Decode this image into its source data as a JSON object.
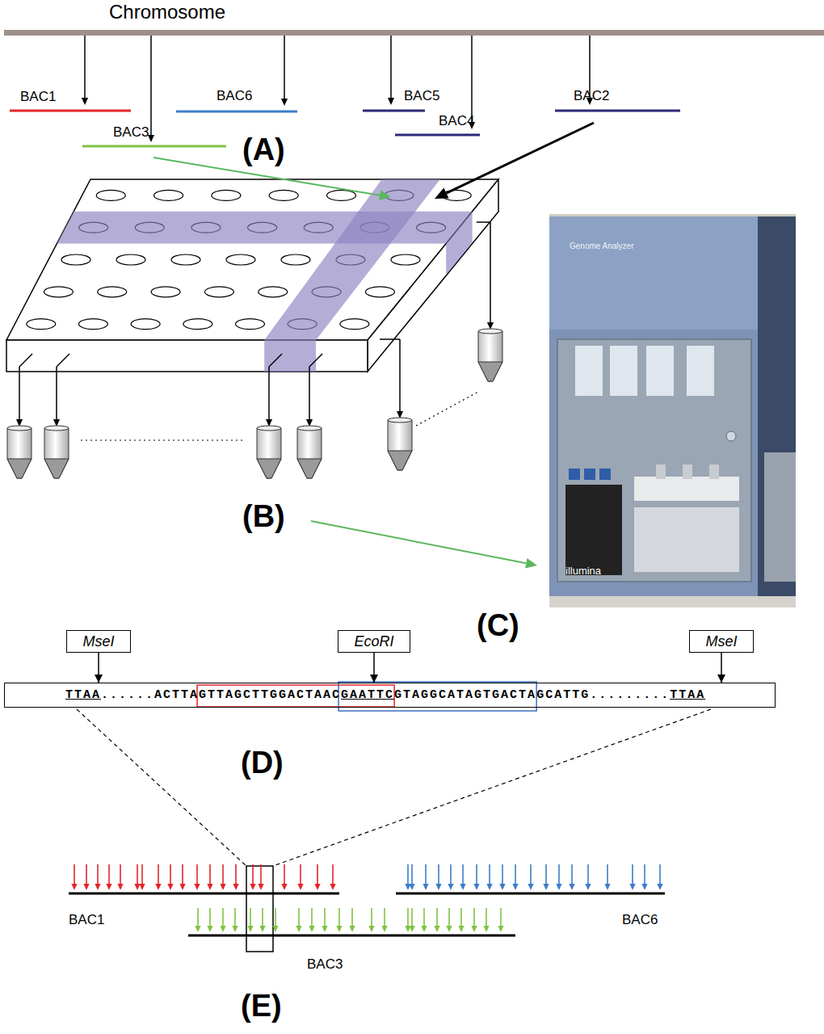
{
  "diagram": {
    "nodes": [
      {
        "text": [
          "MseI"
        ]
      },
      {
        "text": [
          "EcoRI"
        ]
      },
      {
        "text": [
          "MseI"
        ]
      },
      {
        "text": [
          "TTAA",
          "......ACTTA",
          "GTTAGCTTGGACTAAC",
          "GAATTC",
          "GTAGGCATAGTGACTA",
          "GCATTG.........",
          "TTAA"
        ]
      }
    ],
    "edges": [
      {
        "from": 0,
        "to": 3,
        "arrow": "to"
      },
      {
        "from": 1,
        "to": 3,
        "arrow": "to"
      },
      {
        "from": 2,
        "to": 3,
        "arrow": "to"
      }
    ],
    "labels": [
      "Chromosome",
      "BAC1",
      "BAC6",
      "BAC5",
      "BAC4",
      "BAC3",
      "BAC2",
      "(A)",
      "Genome Analyzer",
      "(B)",
      "illumina",
      "(C)",
      "(D)",
      "BAC1",
      "BAC6",
      "BAC3",
      "(E)"
    ]
  }
}
